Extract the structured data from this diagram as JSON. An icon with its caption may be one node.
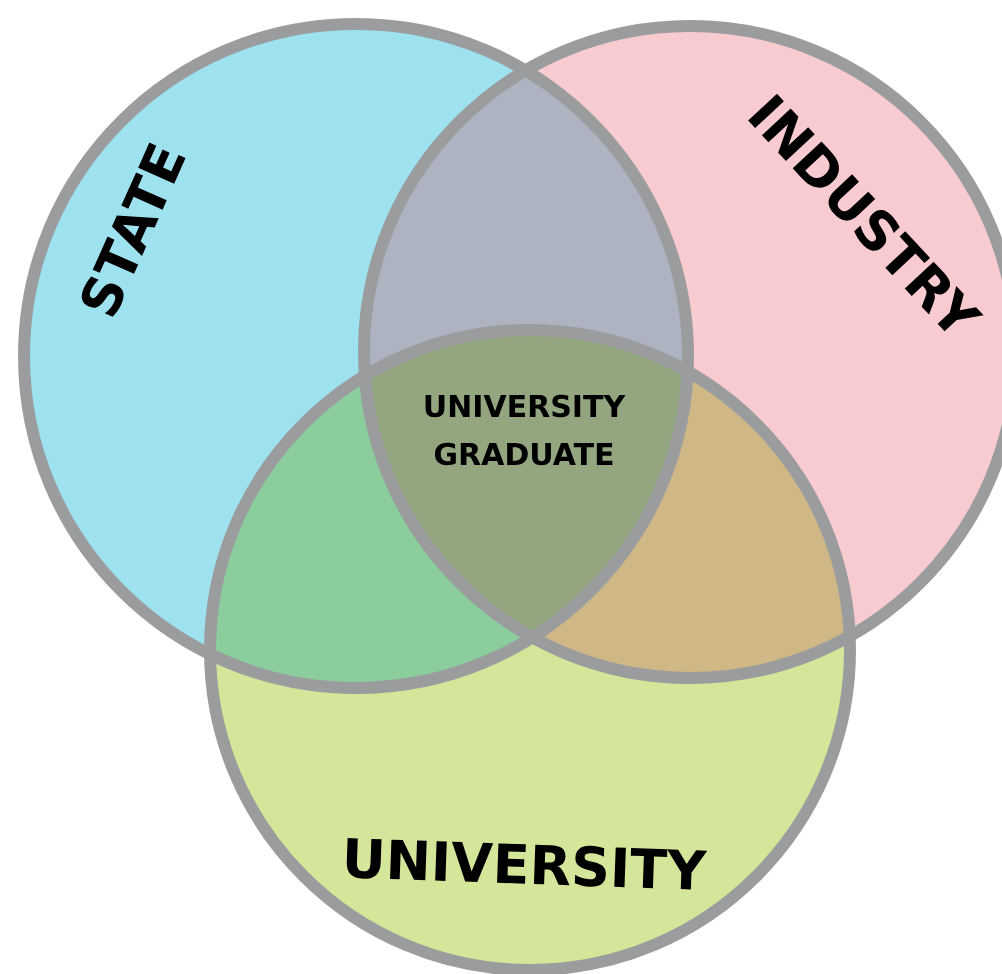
{
  "diagram": {
    "nodes": [
      {
        "text": [
          "STATE"
        ]
      },
      {
        "text": [
          "INDUSTRY"
        ]
      },
      {
        "text": [
          "UNIVERSITY"
        ]
      }
    ],
    "labels": [
      "UNIVERSITY GRADUATE"
    ]
  }
}
